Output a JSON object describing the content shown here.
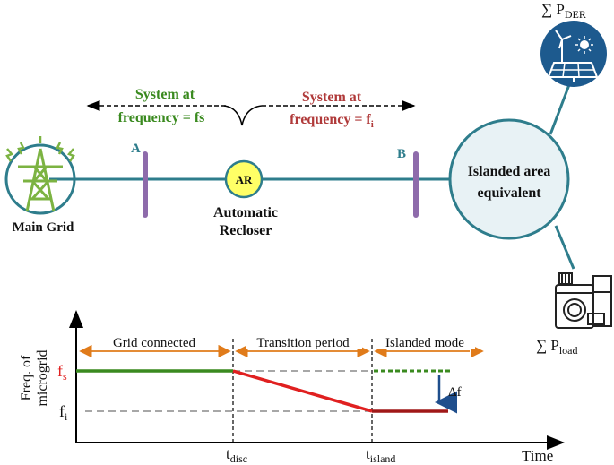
{
  "top_diagram": {
    "left_arrow_label_line1": "System at",
    "left_arrow_label_line2": "frequency = fs",
    "right_arrow_label_line1": "System at",
    "right_arrow_label_line2": "frequency = f",
    "right_arrow_label_sub": "i",
    "bus_a_label": "A",
    "bus_b_label": "B",
    "recloser_label": "AR",
    "recloser_caption_line1": "Automatic",
    "recloser_caption_line2": "Recloser",
    "main_grid_label": "Main Grid",
    "islanded_label_line1": "Islanded area",
    "islanded_label_line2": "equivalent",
    "der_symbol": "∑ P",
    "der_sub": "DER",
    "load_symbol": "∑ P",
    "load_sub": "load",
    "colors": {
      "line": "#2e7d8c",
      "bus": "#8e6bab",
      "recloser_fill": "#ffff66",
      "green_text": "#3a8a1f",
      "red_text": "#b03a3a",
      "tower_green": "#7cb342",
      "der_blue": "#1d5a8e"
    }
  },
  "bottom_chart": {
    "y_axis_label_line1": "Freq. of",
    "y_axis_label_line2": "microgrid",
    "x_axis_label": "Time",
    "fs_label": "f",
    "fs_sub": "s",
    "fi_label": "f",
    "fi_sub": "i",
    "delta_f_label": "Δf",
    "region_1": "Grid connected",
    "region_2": "Transition period",
    "region_3": "Islanded mode",
    "t_disc": "t",
    "t_disc_sub": "disc",
    "t_island": "t",
    "t_island_sub": "island",
    "colors": {
      "green": "#3a8a1f",
      "red": "#e02020",
      "dark_red": "#a01818",
      "orange": "#e07b1a",
      "blue": "#1f4e8c",
      "gray": "#8a8a8a"
    }
  }
}
